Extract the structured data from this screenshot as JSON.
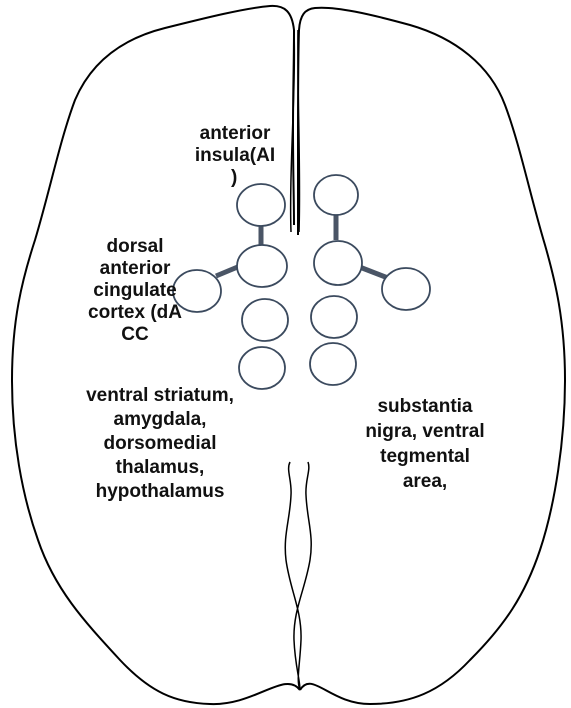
{
  "colors": {
    "outline": "#000000",
    "node_stroke": "#3b4a5e",
    "connector": "#4a5566",
    "text": "#111111"
  },
  "labels": {
    "anterior_insula": [
      "anterior",
      "insula(AI",
      ")"
    ],
    "dacc": [
      "dorsal",
      "anterior",
      "cingulate",
      "cortex (dA",
      "CC"
    ],
    "ventral_striatum": [
      "ventral striatum,",
      "amygdala,",
      "dorsomedial",
      "thalamus,",
      "hypothalamus"
    ],
    "substantia_nigra": [
      "substantia",
      "nigra, ventral",
      "tegmental",
      "area,"
    ]
  }
}
